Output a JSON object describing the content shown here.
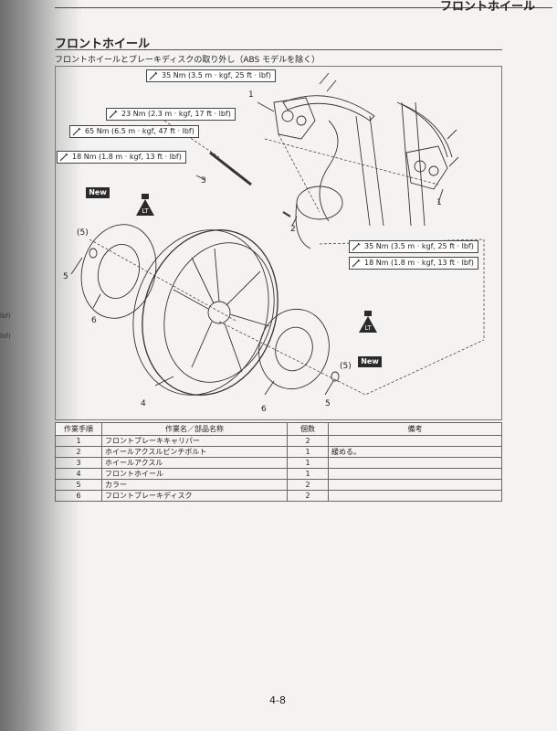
{
  "header": {
    "title": "フロントホイール"
  },
  "section": {
    "title": "フロントホイール",
    "subtitle": "フロントホイールとブレーキディスクの取り外し（ABS モデルを除く）"
  },
  "left_margin": {
    "items": [
      "lbf)",
      "lbf)"
    ]
  },
  "torque_specs": [
    "35 Nm (3.5 m · kgf, 25 ft · lbf)",
    "23 Nm (2.3 m · kgf, 17 ft · lbf)",
    "65 Nm (6.5 m · kgf, 47 ft · lbf)",
    "18 Nm (1.8 m · kgf, 13 ft · lbf)",
    "35 Nm (3.5 m · kgf, 25 ft · lbf)",
    "18 Nm (1.8 m · kgf, 13 ft · lbf)"
  ],
  "badges": {
    "new": "New",
    "locktite": "LT"
  },
  "callouts": [
    "1",
    "1",
    "2",
    "3",
    "4",
    "5",
    "5",
    "6",
    "6",
    "(5)",
    "(5)"
  ],
  "table": {
    "headers": [
      "作業手順",
      "作業名／部品名称",
      "個数",
      "備考"
    ],
    "rows": [
      [
        "1",
        "フロントブレーキキャリパー",
        "2",
        ""
      ],
      [
        "2",
        "ホイールアクスルピンチボルト",
        "1",
        "緩める。"
      ],
      [
        "3",
        "ホイールアクスル",
        "1",
        ""
      ],
      [
        "4",
        "フロントホイール",
        "1",
        ""
      ],
      [
        "5",
        "カラー",
        "2",
        ""
      ],
      [
        "6",
        "フロントブレーキディスク",
        "2",
        ""
      ]
    ]
  },
  "page_number": "4-8",
  "colors": {
    "ink": "#222222",
    "paper": "#f4f3f1",
    "badge": "#2a2a2a"
  }
}
